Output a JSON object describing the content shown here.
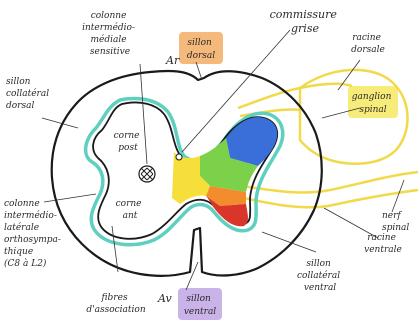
{
  "labels": {
    "colonne_mediale": [
      "colonne",
      "intermédio-",
      "médiale",
      "sensitive"
    ],
    "commissure": [
      "commissure",
      "grise"
    ],
    "ar": "Ar",
    "sillon_dorsal": [
      "sillon",
      "dorsal"
    ],
    "sillon_collateral_dorsal": [
      "sillon",
      "collatéral",
      "dorsal"
    ],
    "racine_dorsale": [
      "racine",
      "dorsale"
    ],
    "ganglion_spinal": [
      "ganglion",
      "spinal"
    ],
    "corne_post": [
      "corne",
      "post"
    ],
    "corne_ant": [
      "corne",
      "ant"
    ],
    "colonne_laterale": [
      "colonne",
      "intermédio-",
      "latérale",
      "orthosympa-",
      "thique",
      "(C8 à L2)"
    ],
    "nerf_spinal": [
      "nerf",
      "spinal"
    ],
    "racine_ventrale": [
      "racine",
      "ventrale"
    ],
    "sillon_collateral_ventral": [
      "sillon",
      "collatéral",
      "ventral"
    ],
    "av": "Av",
    "sillon_ventral": [
      "sillon",
      "ventral"
    ],
    "fibres_association": [
      "fibres",
      "d'association"
    ]
  },
  "colors": {
    "ink": "#1a1a1a",
    "white_matter_outline": "#5fd0c0",
    "root_yellow": "#f2d94a",
    "highlight_orange": "#f6b97c",
    "highlight_yellow": "#f7ec7a",
    "highlight_purple": "#c9b3e8",
    "zone_red": "#d9352b",
    "zone_orange": "#f28c2c",
    "zone_yellow": "#f7df3b",
    "zone_green": "#7bd24a",
    "zone_blue": "#3a6fd9"
  }
}
